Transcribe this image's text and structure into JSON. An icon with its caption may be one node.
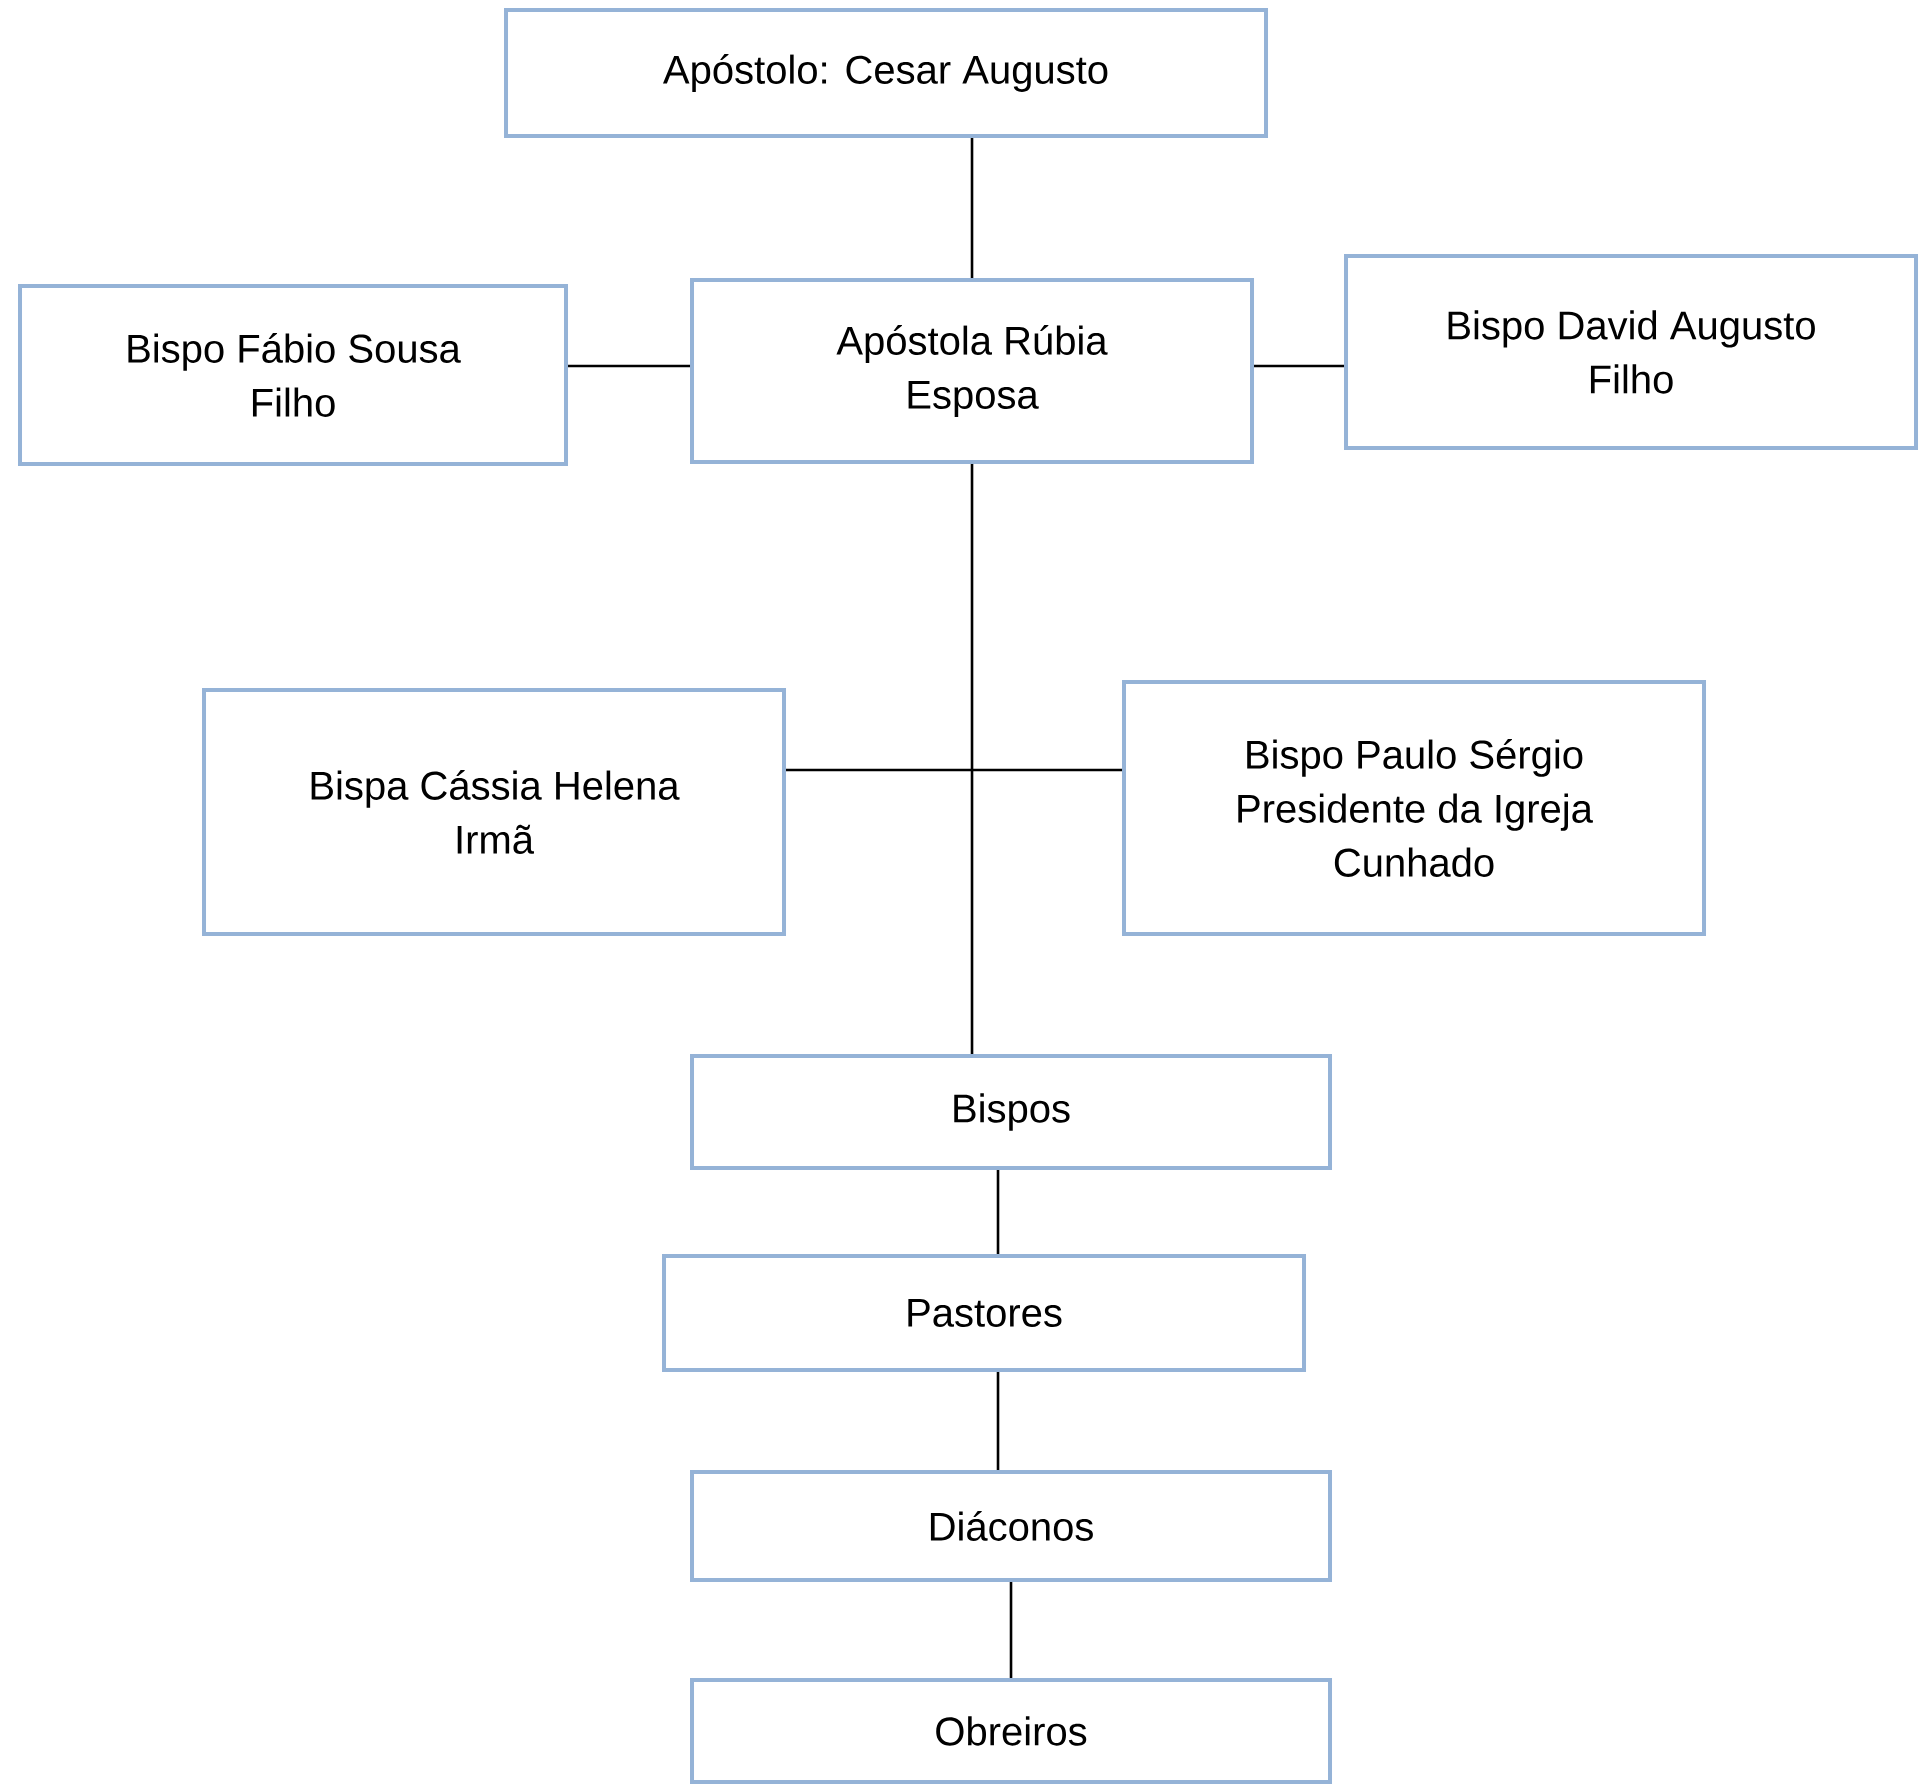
{
  "diagram": {
    "nodes": [
      {
        "text": [
          "Apóstolo: Cesar Augusto"
        ]
      },
      {
        "text": [
          "Bispo Fábio Sousa",
          "Filho"
        ]
      },
      {
        "text": [
          "Apóstola Rúbia",
          "Esposa"
        ]
      },
      {
        "text": [
          "Bispo David Augusto",
          "Filho"
        ]
      },
      {
        "text": [
          "Bispa Cássia Helena",
          "Irmã"
        ]
      },
      {
        "text": [
          "Bispo Paulo Sérgio",
          "Presidente da Igreja",
          "Cunhado"
        ]
      },
      {
        "text": [
          "Bispos"
        ]
      },
      {
        "text": [
          "Pastores"
        ]
      },
      {
        "text": [
          "Diáconos"
        ]
      },
      {
        "text": [
          "Obreiros"
        ]
      }
    ],
    "edges": [
      {
        "from": 0,
        "to": 2,
        "arrow": "none"
      },
      {
        "from": 1,
        "to": 2,
        "arrow": "none"
      },
      {
        "from": 2,
        "to": 3,
        "arrow": "none"
      },
      {
        "from": 4,
        "to": 5,
        "arrow": "none"
      },
      {
        "from": 2,
        "to": 6,
        "arrow": "none"
      },
      {
        "from": 6,
        "to": 7,
        "arrow": "none"
      },
      {
        "from": 7,
        "to": 8,
        "arrow": "none"
      },
      {
        "from": 8,
        "to": 9,
        "arrow": "none"
      }
    ]
  }
}
